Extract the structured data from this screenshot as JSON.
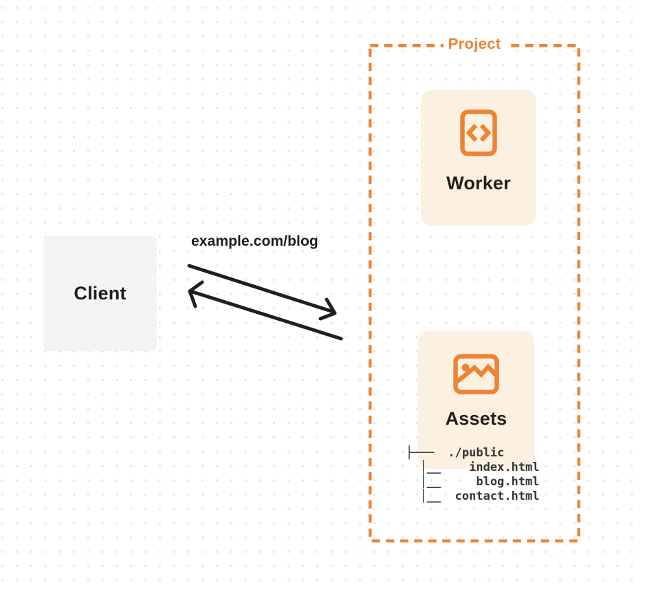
{
  "diagram": {
    "client": {
      "label": "Client"
    },
    "request": {
      "label": "example.com/blog"
    },
    "project": {
      "label": "Project",
      "worker": {
        "label": "Worker",
        "icon": "code-file-icon"
      },
      "assets": {
        "label": "Assets",
        "icon": "image-icon"
      },
      "file_tree": {
        "text": "├───  ./public\n  │__    index.html\n  │__     blog.html\n  │__  contact.html",
        "entries": [
          "./public",
          "index.html",
          "blog.html",
          "contact.html"
        ]
      }
    },
    "colors": {
      "accent_orange": "#ed8433",
      "card_fill": "#fcf0e1",
      "client_fill": "#f4f4f5",
      "arrow_dark": "#1f1f1f",
      "text_dark": "#1d1d1f",
      "grid_dot": "#e3e3e6"
    }
  }
}
